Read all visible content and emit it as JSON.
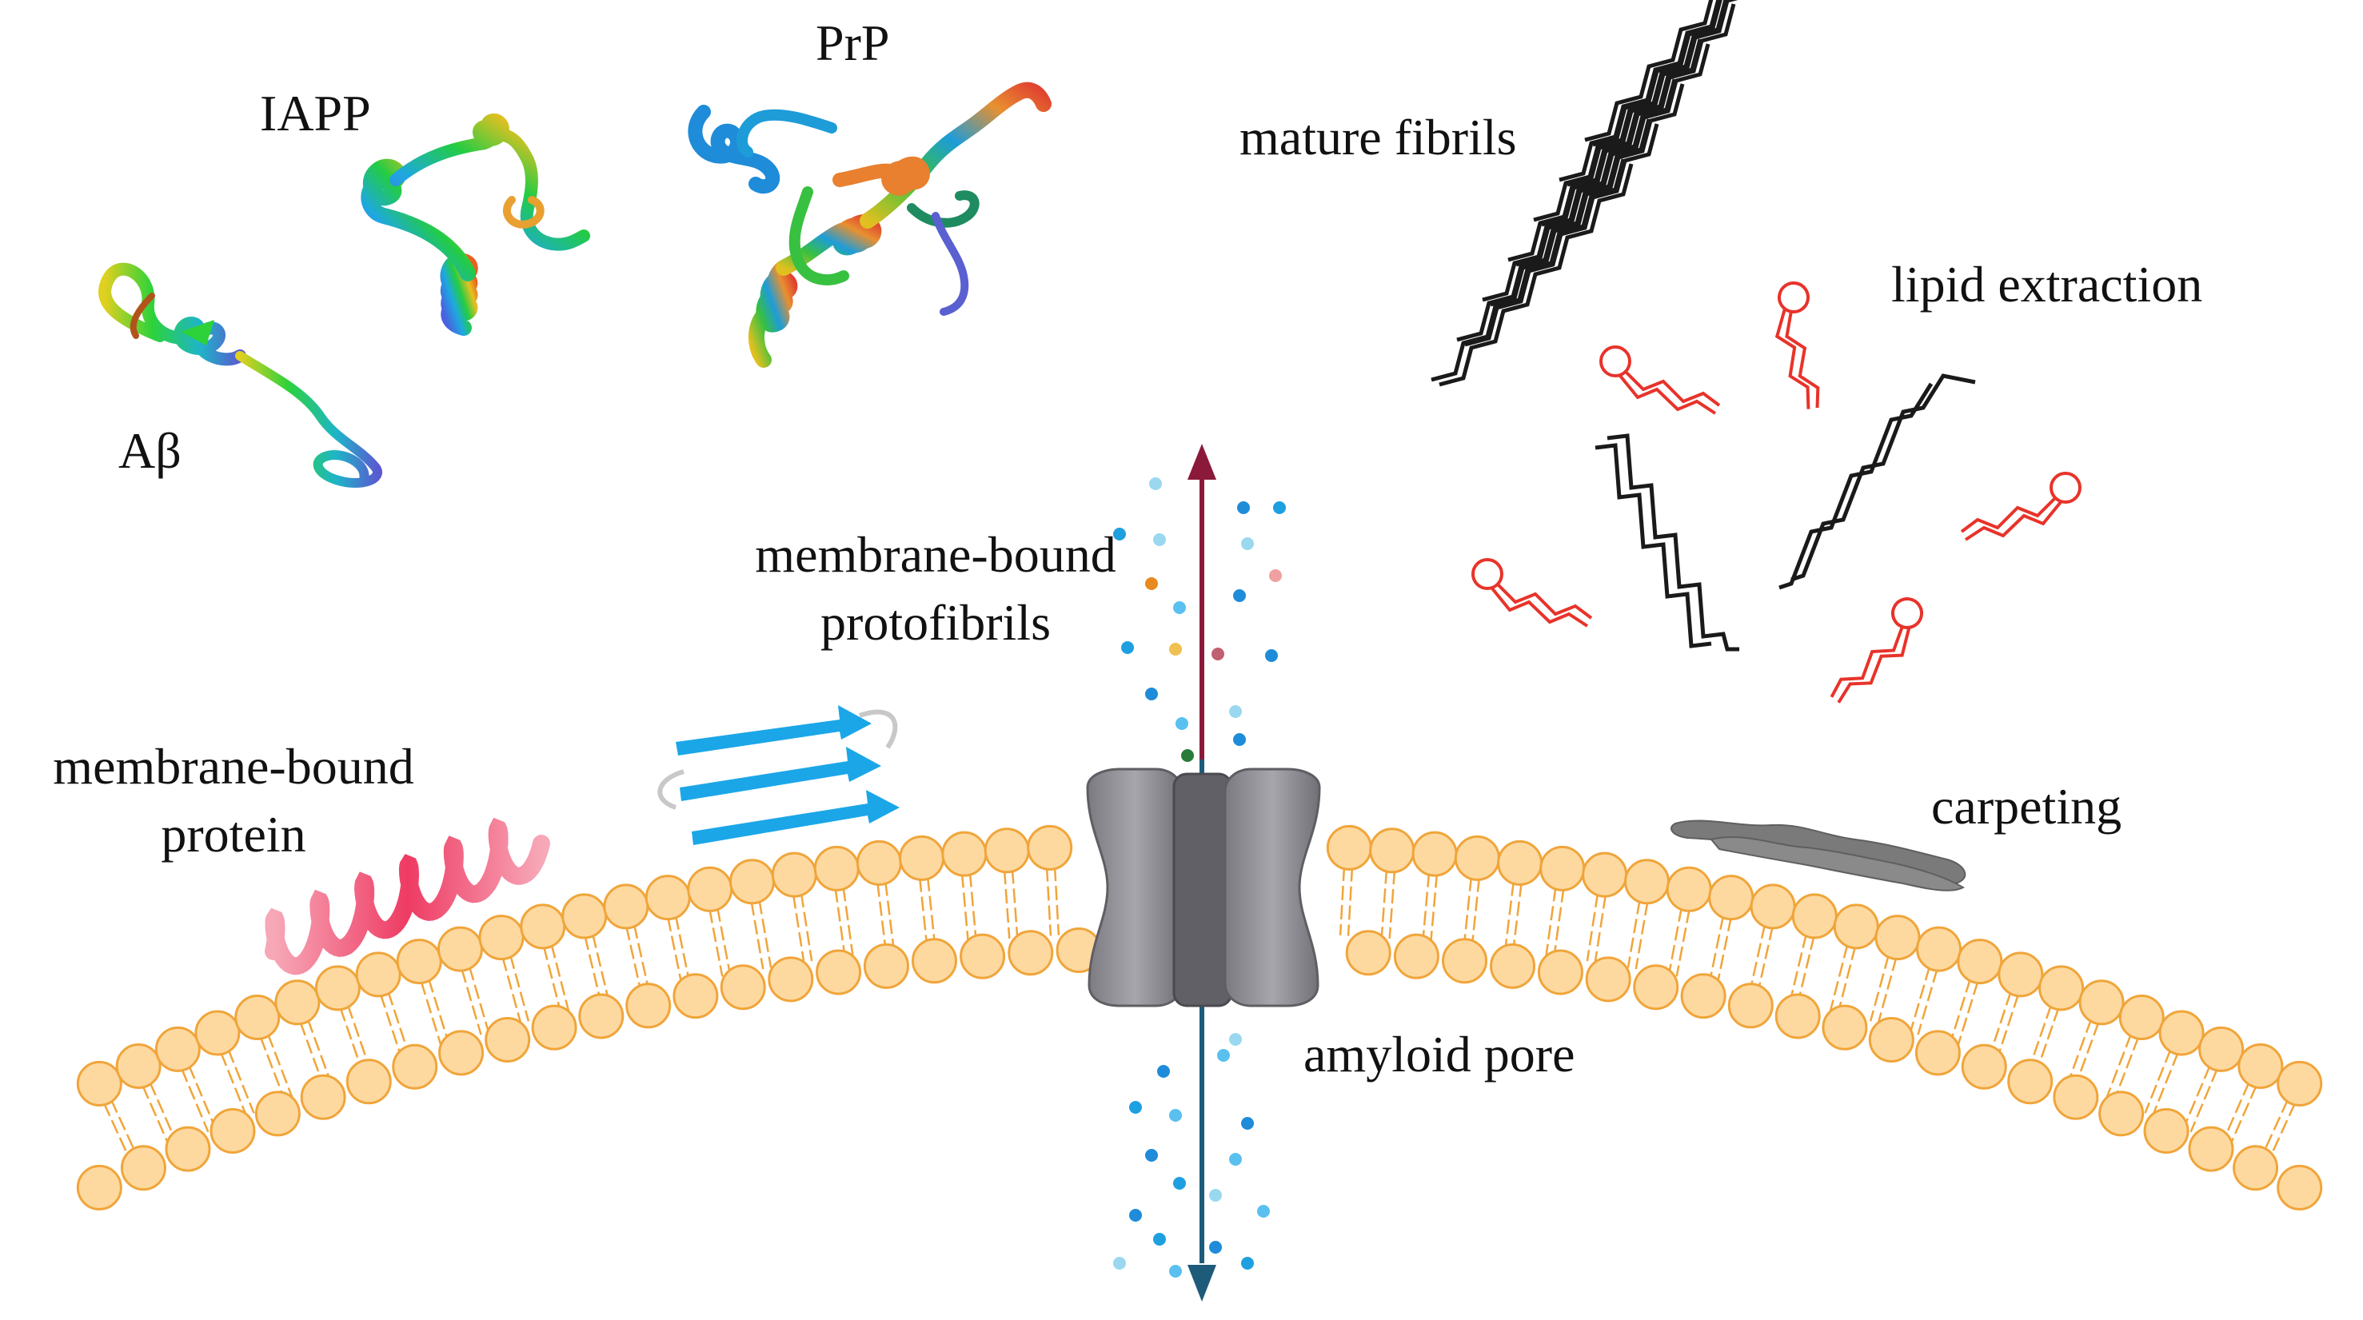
{
  "labels": {
    "iapp": "IAPP",
    "prp": "PrP",
    "abeta": "Aβ",
    "mature_fibrils": "mature fibrils",
    "lipid_extraction": "lipid extraction",
    "membrane_bound_protofibrils_line1": "membrane-bound",
    "membrane_bound_protofibrils_line2": "protofibrils",
    "membrane_bound_protein_line1": "membrane-bound",
    "membrane_bound_protein_line2": "protein",
    "carpeting": "carpeting",
    "amyloid_pore": "amyloid pore"
  },
  "colors": {
    "lipid_head_fill": "#FDD9A0",
    "lipid_head_stroke": "#F0A53A",
    "fibril_black": "#1a1a1a",
    "lipid_red": "#E8332A",
    "protofibril_blue": "#1BA6E8",
    "helix_pink": "#F0506E",
    "pore_gray": "#8E8E93",
    "arrow_up": "#8B1A3A",
    "arrow_down": "#1E5A7A",
    "carpet_gray": "#7A7A7A"
  },
  "icons": {
    "proteins": [
      "iapp-ribbon-icon",
      "prp-ribbon-icon",
      "abeta-ribbon-icon"
    ],
    "membrane": "lipid-bilayer-icon",
    "pore": "amyloid-pore-icon"
  }
}
